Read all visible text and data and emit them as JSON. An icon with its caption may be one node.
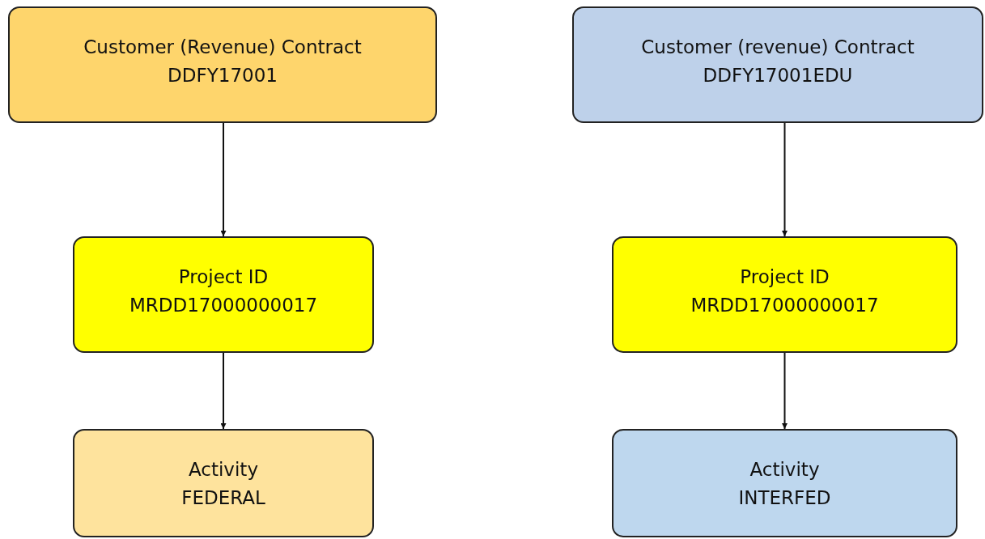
{
  "diagram": {
    "nodes": [
      {
        "text": [
          "Customer (Revenue) Contract",
          "DDFY17001"
        ]
      },
      {
        "text": [
          "Project ID",
          "MRDD17000000017"
        ]
      },
      {
        "text": [
          "Activity",
          "FEDERAL"
        ]
      },
      {
        "text": [
          "Customer (revenue) Contract",
          "DDFY17001EDU"
        ]
      },
      {
        "text": [
          "Project ID",
          "MRDD17000000017"
        ]
      },
      {
        "text": [
          "Activity",
          "INTERFED"
        ]
      }
    ],
    "edges": [
      {
        "from": 0,
        "to": 1,
        "arrow": "to"
      },
      {
        "from": 1,
        "to": 2,
        "arrow": "to"
      },
      {
        "from": 3,
        "to": 4,
        "arrow": "to"
      },
      {
        "from": 4,
        "to": 5,
        "arrow": "to"
      }
    ]
  }
}
